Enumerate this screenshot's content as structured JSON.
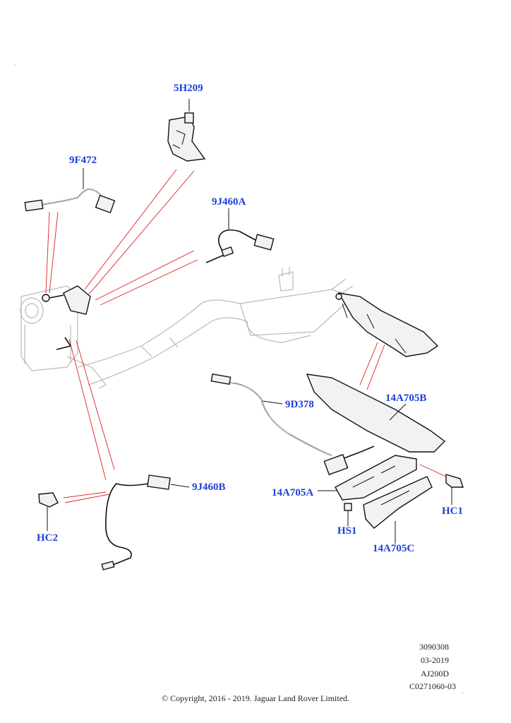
{
  "callouts": {
    "c_5h209": "5H209",
    "c_9f472": "9F472",
    "c_9j460a": "9J460A",
    "c_9d378": "9D378",
    "c_14a705b": "14A705B",
    "c_9j460b": "9J460B",
    "c_14a705a": "14A705A",
    "c_hc1": "HC1",
    "c_hc2": "HC2",
    "c_hs1": "HS1",
    "c_14a705c": "14A705C"
  },
  "meta": {
    "ref": "3090308",
    "date": "03-2019",
    "engine": "AJ200D",
    "code": "C0271060-03"
  },
  "copyright": "© Copyright, 2016 - 2019. Jaguar Land Rover Limited.",
  "colors": {
    "callout_text": "#1f3fd6",
    "leader_line": "#e02020",
    "ghost_outline": "#b9b9b9"
  }
}
